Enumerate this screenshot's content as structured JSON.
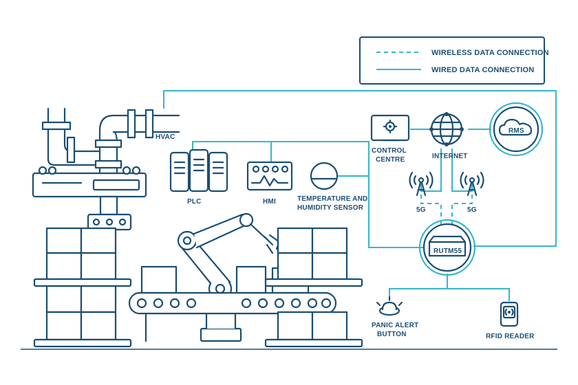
{
  "legend": {
    "wireless_label": "WIRELESS DATA CONNECTION",
    "wired_label": "WIRED DATA CONNECTION"
  },
  "labels": {
    "hvac": "HVAC",
    "plc": "PLC",
    "hmi": "HMI",
    "sensor_line1": "TEMPERATURE AND",
    "sensor_line2": "HUMIDITY SENSOR",
    "control_line1": "CONTROL",
    "control_line2": "CENTRE",
    "internet": "INTERNET",
    "rms": "RMS",
    "fiveg_left": "5G",
    "fiveg_right": "5G",
    "router": "RUTM55",
    "panic_line1": "PANIC ALERT",
    "panic_line2": "BUTTON",
    "rfid": "RFID READER"
  },
  "colors": {
    "primary": "#1b4e73",
    "accent": "#35b6cc"
  }
}
